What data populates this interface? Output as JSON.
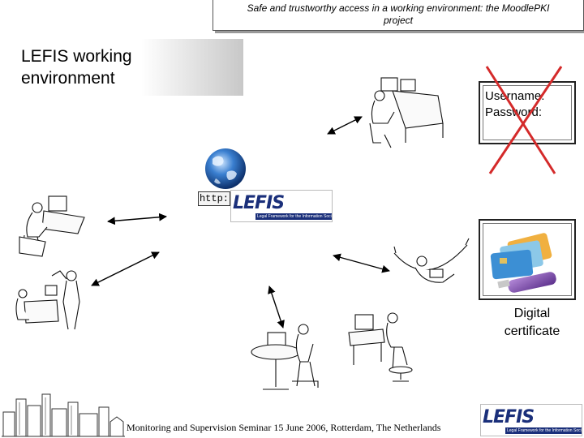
{
  "header": {
    "caption": "Safe and trustworthy access in a working environment: the MoodlePKI project",
    "caption_line1": "Safe and trustworthy access in a working environment: the MoodlePKI",
    "caption_line2": "project"
  },
  "slide": {
    "title_line1": "LEFIS working",
    "title_line2": "environment"
  },
  "login_box": {
    "username_label": "Username:",
    "password_label": "Password:",
    "crossed_out": true,
    "cross_color": "#d42a2a"
  },
  "certificate": {
    "label_line1": "Digital",
    "label_line2": "certificate"
  },
  "web": {
    "http_label": "http:",
    "logo_text": "LEFIS",
    "logo_subtitle": "Legal Framework for the Information Society"
  },
  "footer": {
    "text": "Monitoring and Supervision Seminar 15 June 2006, Rotterdam, The Netherlands",
    "logo_text": "LEFIS",
    "logo_subtitle": "Legal Framework for the Information Society"
  },
  "colors": {
    "logo_blue": "#1a2f7a",
    "arrow": "#000000",
    "cross": "#d42a2a"
  },
  "icons": [
    "globe-icon",
    "eu-flag-icon",
    "person-at-desk-icon",
    "usb-token-icon",
    "smart-card-icon",
    "city-skyline-icon"
  ]
}
